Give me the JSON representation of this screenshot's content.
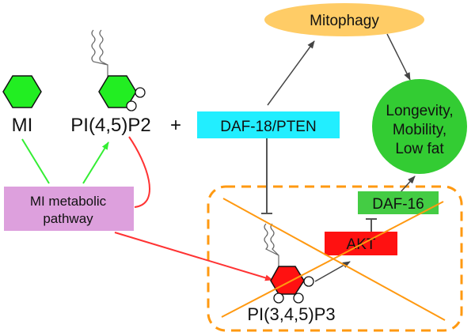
{
  "diagram": {
    "molecules": {
      "mi": {
        "label": "MI",
        "color": "#22ee22"
      },
      "pip2": {
        "label": "PI(4,5)P2",
        "color": "#22ee22"
      },
      "pip3": {
        "label": "PI(3,4,5)P3",
        "color": "#ff1111"
      }
    },
    "plus_sign": "+",
    "nodes": {
      "mi_pathway": {
        "line1": "MI metabolic",
        "line2": "pathway",
        "color": "#dda0dd"
      },
      "daf18": {
        "label": "DAF-18/PTEN",
        "color": "#22eeff"
      },
      "mitophagy": {
        "label": "Mitophagy",
        "color": "#ffcc66"
      },
      "outcome": {
        "line1": "Longevity,",
        "line2": "Mobility,",
        "line3": "Low fat",
        "color": "#33cc33"
      },
      "daf16": {
        "label": "DAF-16",
        "color": "#44cc44"
      },
      "akt": {
        "label": "AKT",
        "color": "#ff1111"
      }
    },
    "edges": [
      {
        "from": "mi",
        "to": "mi_pathway",
        "type": "line",
        "color": "#33ee33"
      },
      {
        "from": "mi_pathway",
        "to": "pip2",
        "type": "activation",
        "color": "#33ee33"
      },
      {
        "from": "pip2",
        "to": "mi_pathway",
        "type": "curve",
        "color": "#ff3333"
      },
      {
        "from": "mi_pathway",
        "to": "pip3",
        "type": "activation",
        "color": "#ff3333"
      },
      {
        "from": "daf18",
        "to": "mitophagy",
        "type": "activation",
        "color": "#444444"
      },
      {
        "from": "mitophagy",
        "to": "outcome",
        "type": "activation",
        "color": "#444444"
      },
      {
        "from": "daf18",
        "to": "pip3",
        "type": "inhibition",
        "color": "#444444"
      },
      {
        "from": "pip3",
        "to": "akt",
        "type": "activation",
        "color": "#444444"
      },
      {
        "from": "akt",
        "to": "daf16",
        "type": "inhibition",
        "color": "#444444"
      },
      {
        "from": "daf16",
        "to": "outcome",
        "type": "activation",
        "color": "#444444"
      }
    ],
    "blocked_region": {
      "border_color": "#ff9911",
      "cross_color": "#ff9911",
      "style": "dashed-with-cross"
    }
  }
}
